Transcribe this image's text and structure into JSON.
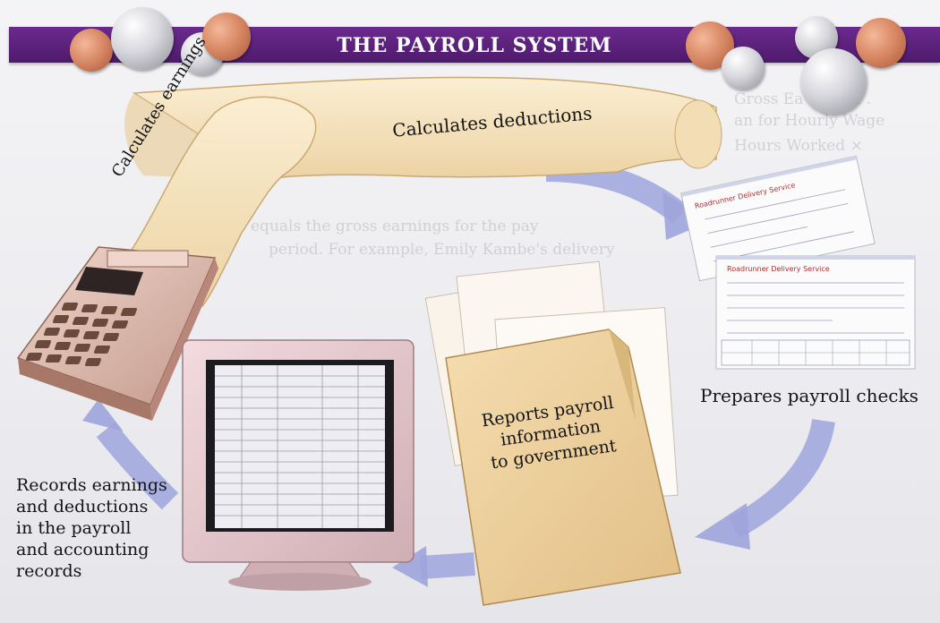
{
  "banner": {
    "title": "THE PAYROLL SYSTEM"
  },
  "steps": {
    "calculates_earnings": "Calculates earnings",
    "calculates_deductions": "Calculates deductions",
    "prepares_checks": "Prepares payroll checks",
    "reports_government": [
      "Reports payroll",
      "information",
      "to government"
    ],
    "records_earnings": [
      "Records earnings",
      "and deductions",
      "in the payroll",
      "and accounting",
      "records"
    ]
  },
  "colors": {
    "banner": "#5a2180",
    "arrow": "#9aa0d8",
    "paper": "#f3dcb0",
    "folder": "#f0d49c"
  }
}
